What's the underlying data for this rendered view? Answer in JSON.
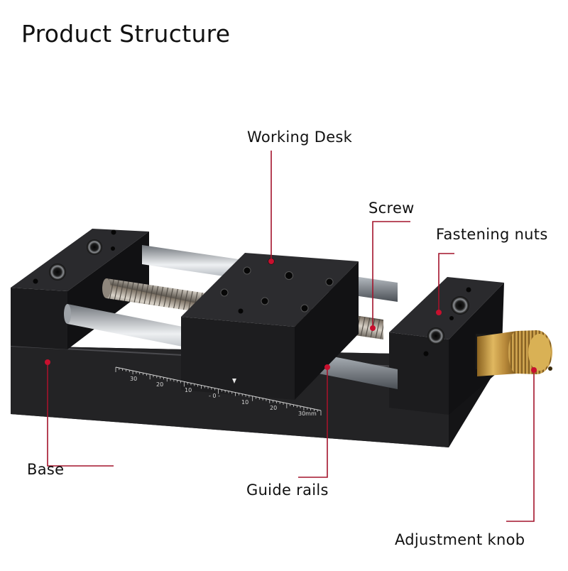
{
  "title": "Product Structure",
  "callouts": {
    "working_desk": "Working Desk",
    "screw": "Screw",
    "fastening_nuts": "Fastening nuts",
    "base": "Base",
    "guide_rails": "Guide rails",
    "adjustment_knob": "Adjustment knob"
  },
  "scale": {
    "left_ticks": [
      "30",
      "20",
      "10",
      "- 0 -"
    ],
    "right_ticks": [
      "10",
      "20",
      "30mm"
    ]
  },
  "colors": {
    "leader_line": "#a3132b",
    "marker": "#c8102e",
    "body": "#1c1c1e",
    "rail": "#c9cdd2",
    "knob": "#c79a3c"
  }
}
